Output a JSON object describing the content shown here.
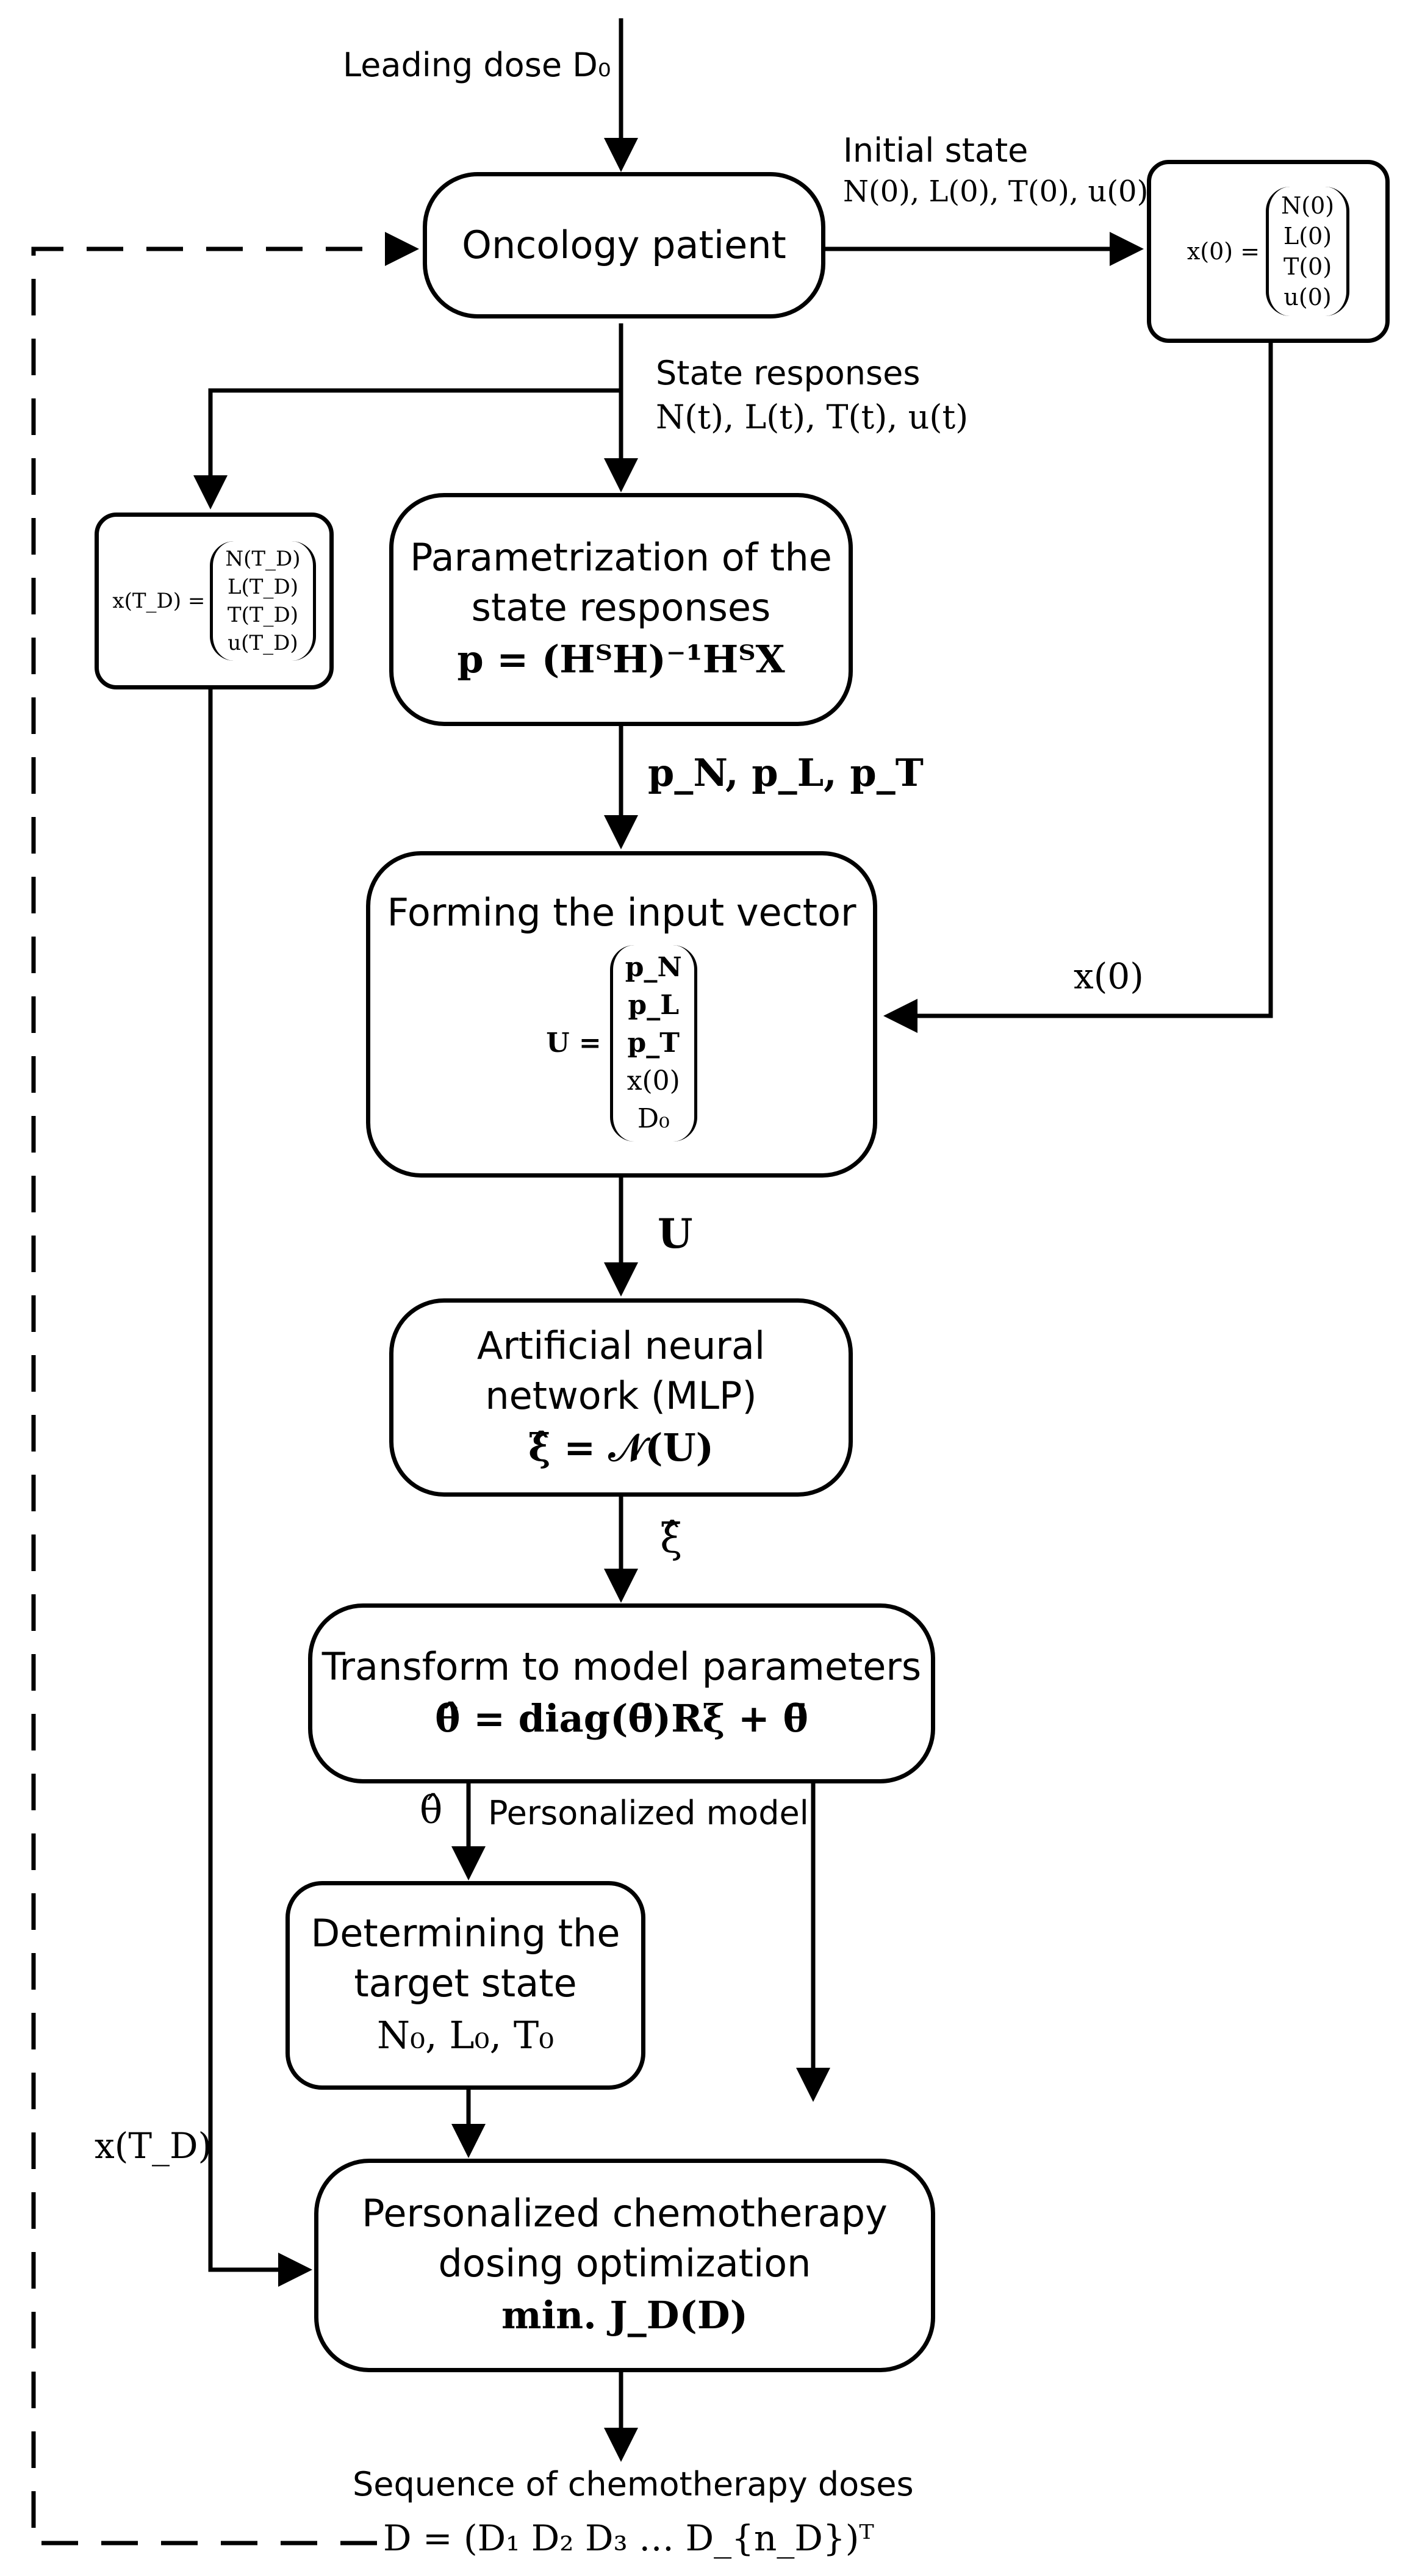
{
  "top_input": {
    "label": "Leading dose D₀"
  },
  "initial_state": {
    "title": "Initial state",
    "values": "N(0), L(0), T(0), u(0)"
  },
  "state_responses": {
    "title": "State responses",
    "values": "N(t), L(t), T(t), u(t)"
  },
  "boxes": {
    "patient": {
      "label": "Oncology patient"
    },
    "x0_vector": {
      "lhs": "x(0) =",
      "entries": [
        "N(0)",
        "L(0)",
        "T(0)",
        "u(0)"
      ]
    },
    "xTD_vector": {
      "lhs": "x(T_D) =",
      "entries": [
        "N(T_D)",
        "L(T_D)",
        "T(T_D)",
        "u(T_D)"
      ]
    },
    "parametrization": {
      "line1": "Parametrization of the",
      "line2": "state responses",
      "formula": "p = (HᵀH)⁻¹HᵀX"
    },
    "input_vector": {
      "title": "Forming the input vector",
      "lhs": "U =",
      "entries": [
        "p_N",
        "p_L",
        "p_T",
        "x(0)",
        "D₀"
      ]
    },
    "ann": {
      "line1": "Artificial neural",
      "line2": "network (MLP)",
      "formula": "ξ̂ = 𝒩(U)"
    },
    "transform": {
      "title": "Transform to model parameters",
      "formula": "θ̂ = diag(θ̄)Rξ + θ̄"
    },
    "target": {
      "line1": "Determining the",
      "line2": "target state",
      "formula": "N₀, L₀, T₀"
    },
    "optimization": {
      "line1": "Personalized chemotherapy",
      "line2": "dosing optimization",
      "formula": "min. J_D(D)"
    }
  },
  "edge_labels": {
    "p_outputs": "p_N, p_L, p_T",
    "x0": "x(0)",
    "U": "U",
    "xi_hat": "ξ̂",
    "theta_hat": "θ̂",
    "personalized_model": "Personalized model",
    "xTD": "x(T_D)"
  },
  "output": {
    "title": "Sequence of chemotherapy doses",
    "formula": "D = (D₁  D₂  D₃  …  D_{n_D})ᵀ"
  }
}
